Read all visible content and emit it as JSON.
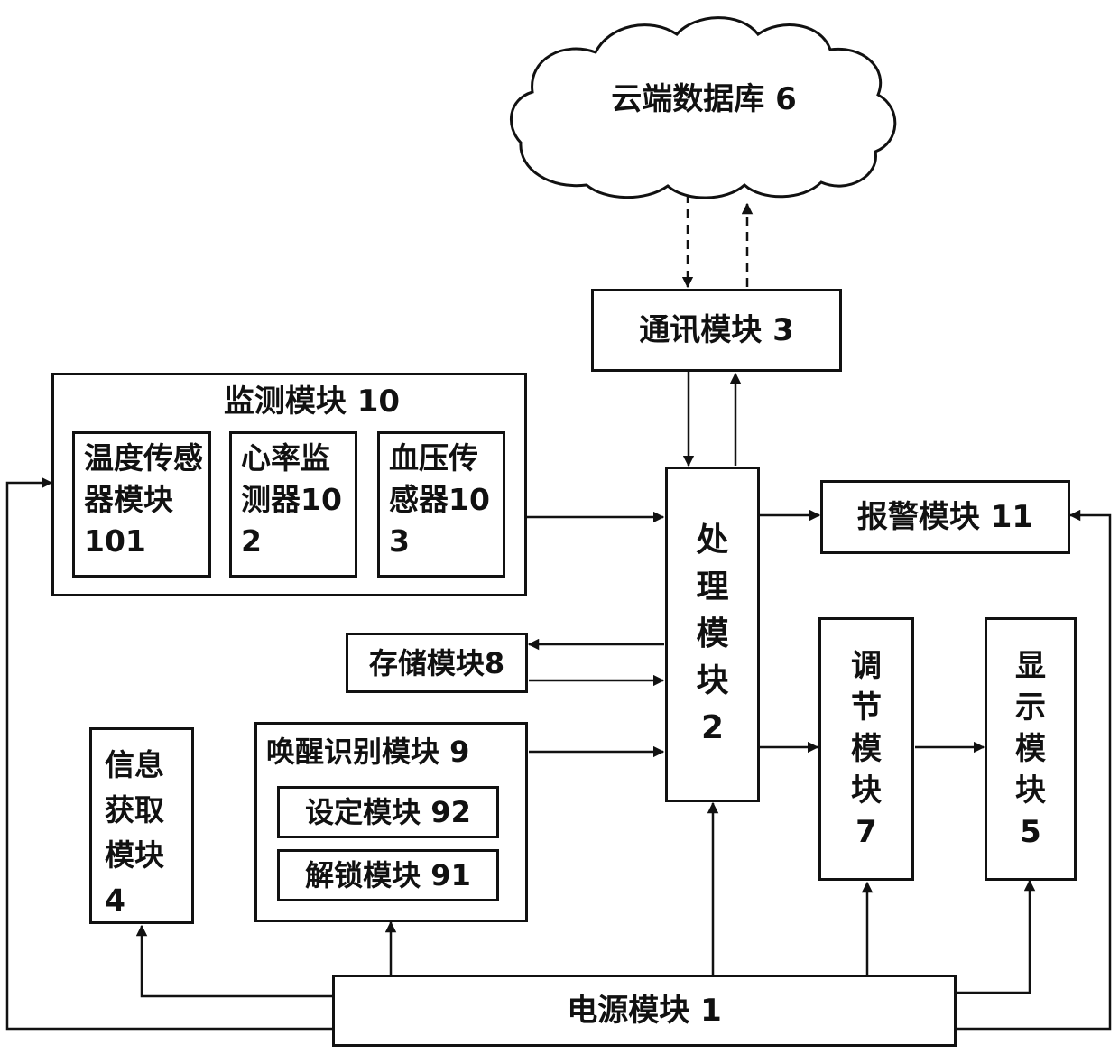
{
  "cloud": {
    "label": "云端数据库 6"
  },
  "comm": {
    "label": "通讯模块 3"
  },
  "monitor": {
    "label": "监测模块 10",
    "temp": "温度传感器模块 101",
    "heart": "心率监测器102",
    "bp": "血压传感器103"
  },
  "processor": {
    "label": "处\n理\n模\n块\n2"
  },
  "alarm": {
    "label": "报警模块 11"
  },
  "storage": {
    "label": "存储模块8"
  },
  "regulator": {
    "label": "调\n节\n模\n块\n7"
  },
  "display": {
    "label": "显\n示\n模\n块\n5"
  },
  "info": {
    "label": "信息获取模块4"
  },
  "wake": {
    "label": "唤醒识别模块 9",
    "setting": "设定模块 92",
    "unlock": "解锁模块 91"
  },
  "power": {
    "label": "电源模块 1"
  }
}
